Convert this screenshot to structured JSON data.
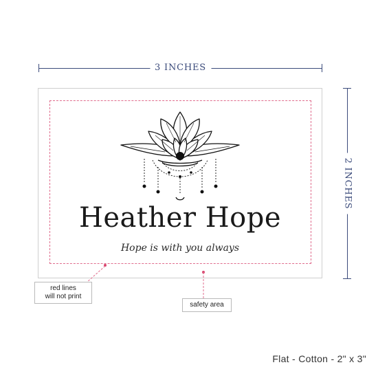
{
  "dimensions": {
    "width_label": "3 INCHES",
    "height_label": "2 INCHES"
  },
  "card": {
    "name": "Heather Hope",
    "tagline": "Hope is with you always",
    "logo_icon": "lotus-mandala-icon"
  },
  "callouts": {
    "red_lines_line1": "red lines",
    "red_lines_line2": "will not print",
    "safety_area": "safety area"
  },
  "footer": {
    "product_label": "Flat - Cotton - 2\" x 3\""
  },
  "colors": {
    "dimension": "#3a4a7a",
    "safety_line": "#e06b8c",
    "text": "#1a1a1a"
  }
}
